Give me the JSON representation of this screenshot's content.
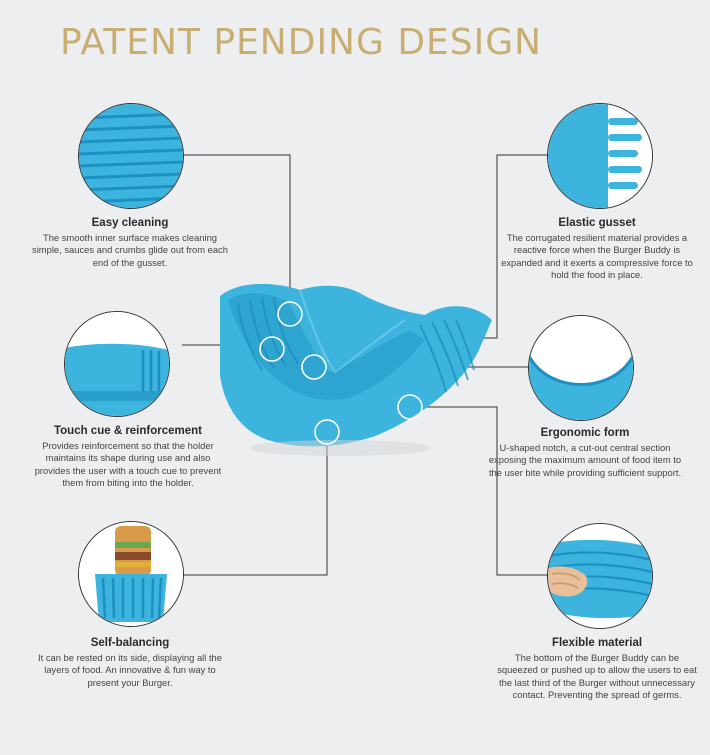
{
  "title": "PATENT PENDING DESIGN",
  "colors": {
    "title": "#c9ae73",
    "product_blue": "#3cb4de",
    "line": "#333333"
  },
  "features": [
    {
      "title": "Easy cleaning",
      "text": "The smooth inner surface makes cleaning simple, sauces and crumbs glide out from each end of the gusset."
    },
    {
      "title": "Elastic gusset",
      "text": "The corrugated resilient material provides a reactive force when the Burger Buddy is expanded and it exerts a compressive force to hold the food in place."
    },
    {
      "title": "Touch cue & reinforcement",
      "text": "Provides reinforcement so that the holder maintains its shape during use and also provides the user with a touch cue to prevent them from biting into the holder."
    },
    {
      "title": "Ergonomic form",
      "text": "U-shaped notch, a cut-out central section exposing the maximum amount of food item to the user bite while providing sufficient support."
    },
    {
      "title": "Self-balancing",
      "text": "It can be rested on its side, displaying all the layers of food. An innovative & fun way to present your Burger."
    },
    {
      "title": "Flexible material",
      "text": "The bottom of the Burger Buddy can be squeezed or pushed up to allow the users to eat the last third of the Burger without unnecessary contact. Preventing the spread of germs."
    }
  ]
}
